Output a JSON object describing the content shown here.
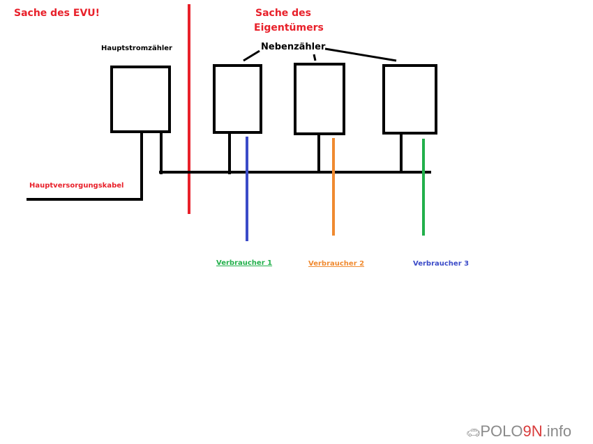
{
  "labels": {
    "evu": "Sache des EVU!",
    "owner_line1": "Sache des",
    "owner_line2": "Eigentümers",
    "main_meter": "Hauptstromzähler",
    "sub_meters": "Nebenzähler",
    "main_cable": "Hauptversorgungskabel",
    "consumer1": "Verbraucher 1",
    "consumer2": "Verbraucher 2",
    "consumer3": "Verbraucher 3"
  },
  "watermark": {
    "prefix": "POLO",
    "accent": "9N",
    "suffix": ".info"
  },
  "colors": {
    "red": "#e8202a",
    "blue": "#3b4bc8",
    "orange": "#f08a30",
    "green": "#22b04b",
    "black": "#000000"
  }
}
